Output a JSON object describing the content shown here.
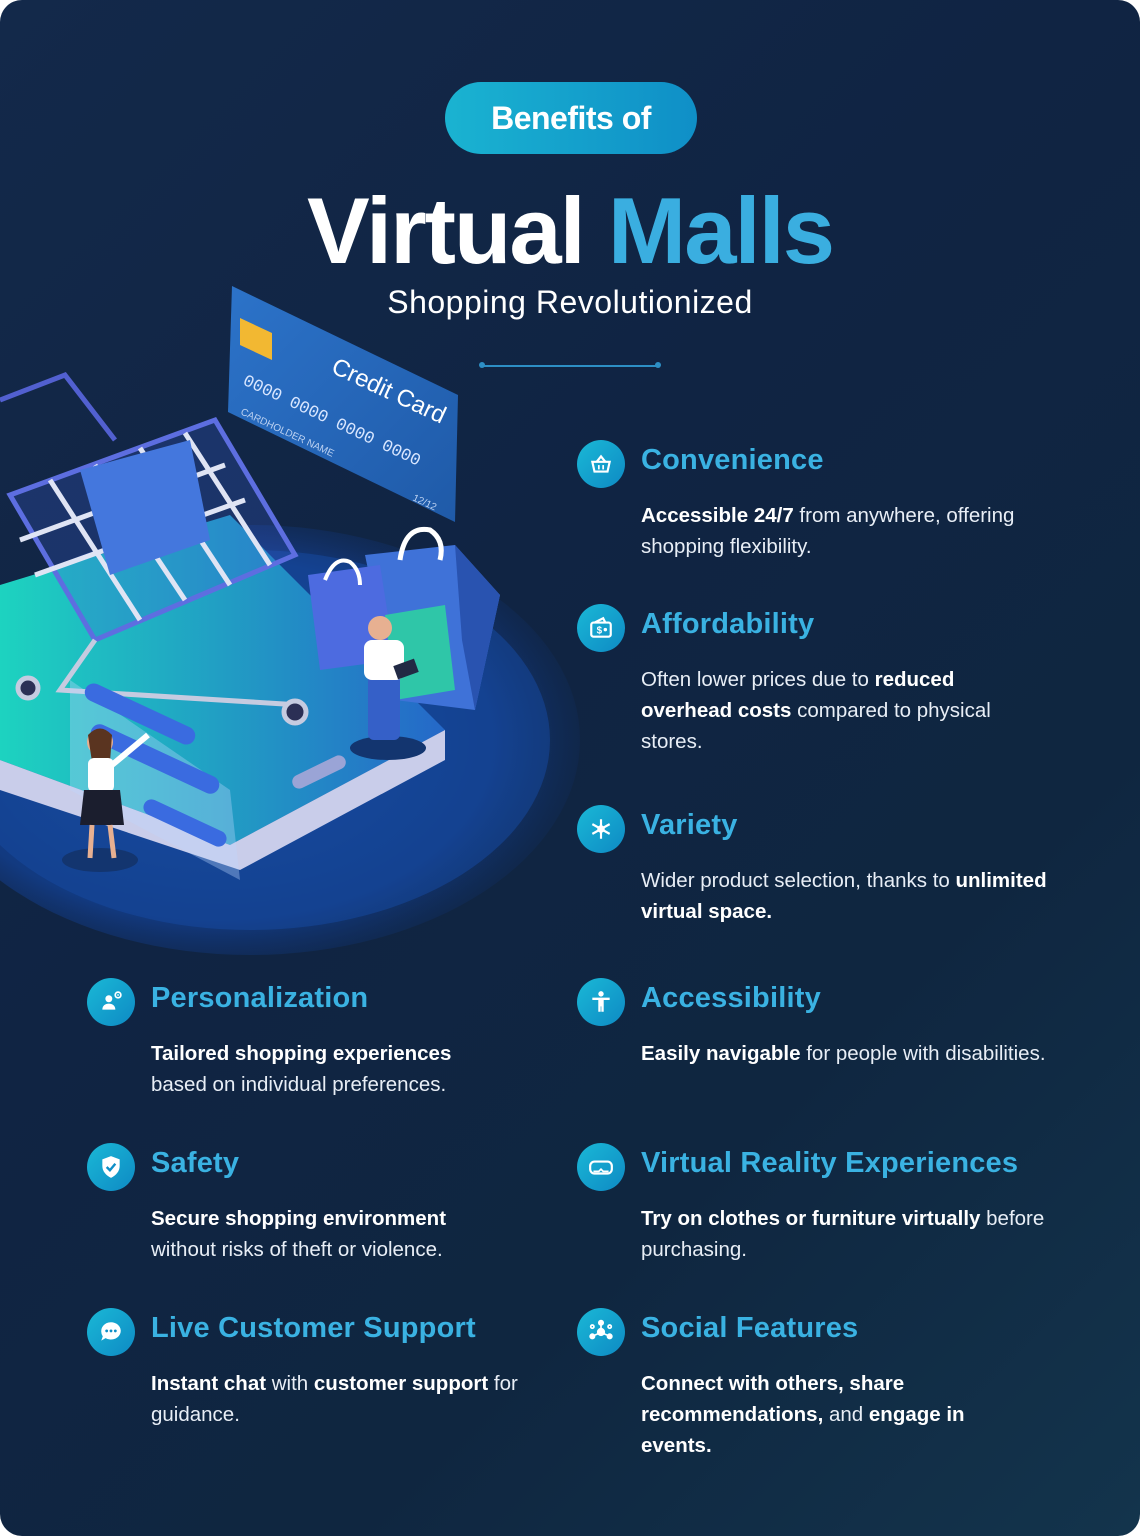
{
  "header": {
    "badge": "Benefits of",
    "title_part1": "Virtual",
    "title_part2": "Malls",
    "subtitle": "Shopping Revolutionized"
  },
  "illustration": {
    "card_label": "Credit Card",
    "card_number": "0000 0000 0000 0000",
    "card_holder": "CARDHOLDER NAME",
    "card_expiry": "12/12"
  },
  "features": {
    "convenience": {
      "title": "Convenience",
      "icon": "basket-icon",
      "desc_bold1": "Accessible 24/7",
      "desc_rest1": " from anywhere, offering shopping flexibility."
    },
    "affordability": {
      "title": "Affordability",
      "icon": "wallet-dollar-icon",
      "desc_rest1": "Often lower prices due to ",
      "desc_bold1": "reduced overhead costs",
      "desc_rest2": " compared to physical stores."
    },
    "variety": {
      "title": "Variety",
      "icon": "snowflake-icon",
      "desc_rest1": "Wider product selection, thanks to ",
      "desc_bold1": "unlimited virtual space."
    },
    "personalization": {
      "title": "Personalization",
      "icon": "user-gear-icon",
      "desc_bold1": "Tailored shopping experiences",
      "desc_rest1": " based on individual preferences."
    },
    "accessibility": {
      "title": "Accessibility",
      "icon": "accessibility-person-icon",
      "desc_bold1": "Easily navigable",
      "desc_rest1": " for people with disabilities."
    },
    "safety": {
      "title": "Safety",
      "icon": "shield-check-icon",
      "desc_bold1": "Secure shopping environment",
      "desc_rest1": " without risks of theft or violence."
    },
    "vr": {
      "title": "Virtual Reality Experiences",
      "icon": "vr-headset-icon",
      "desc_bold1": "Try on clothes or furniture virtually",
      "desc_rest1": " before purchasing."
    },
    "support": {
      "title": "Live Customer Support",
      "icon": "chat-headset-icon",
      "desc_bold1": "Instant chat",
      "desc_rest1": " with ",
      "desc_bold2": "customer support",
      "desc_rest2": " for guidance."
    },
    "social": {
      "title": "Social Features",
      "icon": "network-people-icon",
      "desc_bold1": "Connect with others, share recommendations,",
      "desc_rest1": " and ",
      "desc_bold2": "engage in events."
    }
  },
  "colors": {
    "background": "#112745",
    "accent": "#3aaee0",
    "badge": "#14a6cd"
  }
}
